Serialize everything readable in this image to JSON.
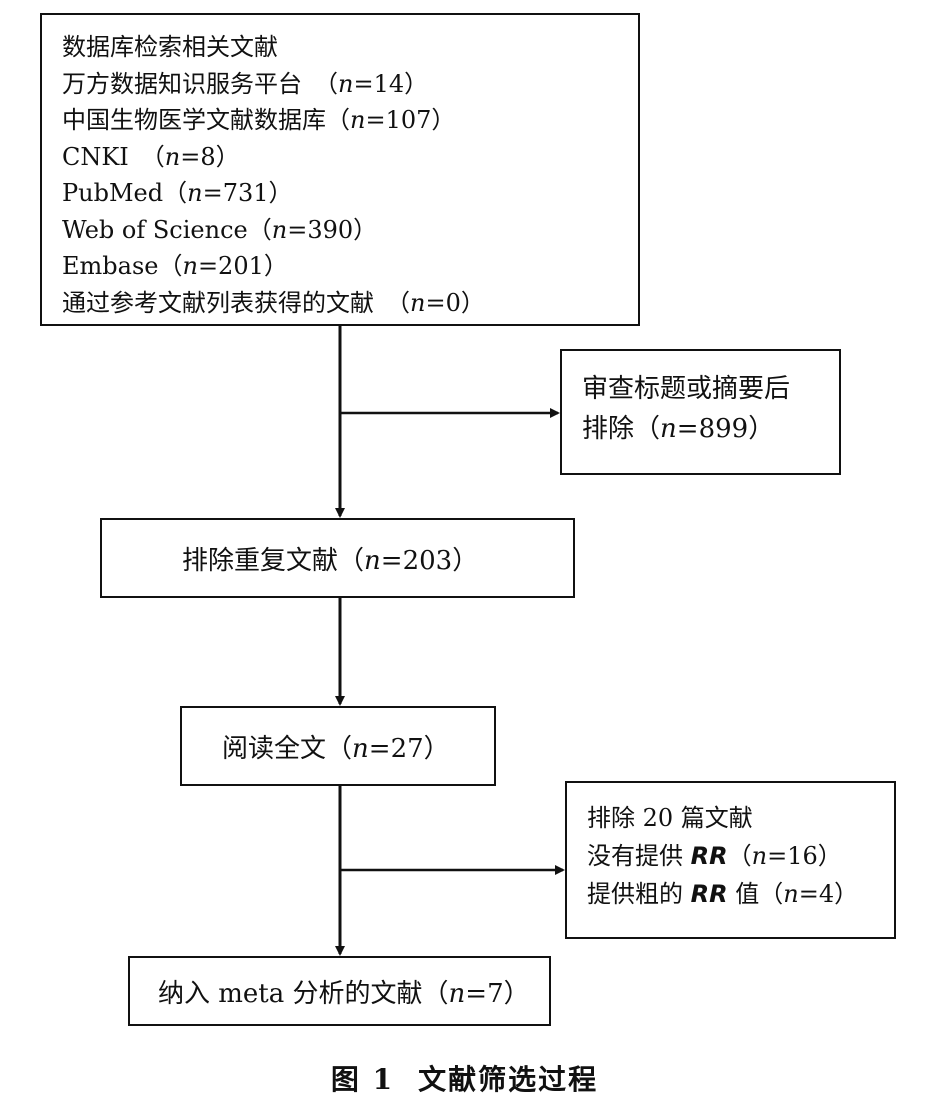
{
  "search_box": {
    "heading": "数据库检索相关文献",
    "sources": [
      {
        "name": "万方数据知识服务平台",
        "sep": "　（",
        "n": "14"
      },
      {
        "name": "中国生物医学文献数据库",
        "sep": "（",
        "n": "107"
      },
      {
        "name": "CNKI",
        "sep": "　（",
        "n": "8"
      },
      {
        "name": "PubMed",
        "sep": "（",
        "n": "731"
      },
      {
        "name": "Web of Science",
        "sep": "（",
        "n": "390"
      },
      {
        "name": "Embase",
        "sep": "（",
        "n": "201"
      },
      {
        "name": "通过参考文献列表获得的文献",
        "sep": "　（",
        "n": "0"
      }
    ]
  },
  "exclude_title_box": {
    "line1": "审查标题或摘要后",
    "line2_prefix": "排除（",
    "n": "899"
  },
  "dedup_box": {
    "prefix": "排除重复文献（",
    "n": "203"
  },
  "fulltext_box": {
    "prefix": "阅读全文（",
    "n": "27"
  },
  "exclude_fulltext_box": {
    "line1": "排除 20 篇文献",
    "reason1_prefix": "没有提供",
    "reason1_n": "16",
    "reason2_prefix": "提供粗的",
    "reason2_suffix": "值（",
    "reason2_n": "4",
    "rr_label": "RR"
  },
  "included_box": {
    "prefix": "纳入 meta 分析的文献（",
    "n": "7"
  },
  "common": {
    "n_label": "n",
    "eq": "=",
    "close": "）"
  },
  "caption": {
    "figure_no": "图 1",
    "title": "文献筛选过程"
  }
}
